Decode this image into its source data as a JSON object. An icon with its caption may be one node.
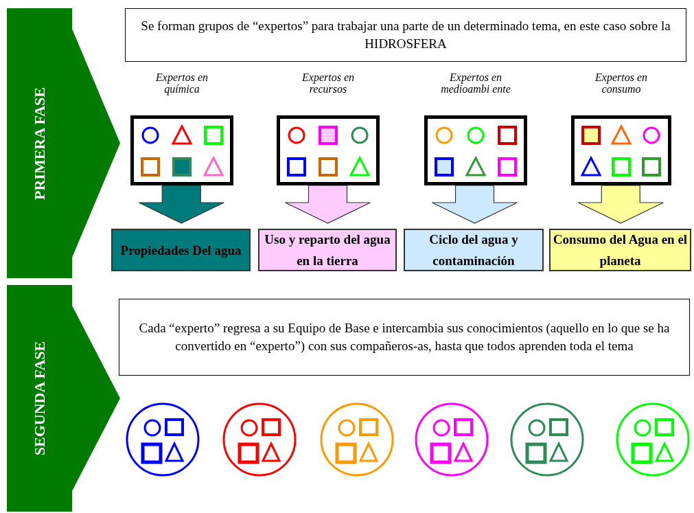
{
  "diagram": {
    "nodes": [
      {
        "text": [
          "PRIMERA FASE"
        ]
      },
      {
        "text": [
          "Se forman grupos de “expertos” para trabajar  una parte de un determinado tema, en este caso sobre la HIDROSFERA"
        ]
      },
      {
        "text": [
          "Expertos en química"
        ]
      },
      {
        "text": [
          "Expertos en recursos"
        ]
      },
      {
        "text": [
          "Expertos en medioambi ente"
        ]
      },
      {
        "text": [
          "Expertos en consumo"
        ]
      },
      {
        "text": [
          "Propiedades Del agua"
        ]
      },
      {
        "text": [
          "Uso y reparto del agua en la tierra"
        ]
      },
      {
        "text": [
          "Ciclo del agua y contaminación"
        ]
      },
      {
        "text": [
          "Consumo del Agua en el planeta"
        ]
      },
      {
        "text": [
          "SEGUNDA FASE"
        ]
      },
      {
        "text": [
          "Cada “experto” regresa a su Equipo de Base e intercambia sus conocimientos (aquello en lo que se ha convertido en “experto”) con sus compañeros-as, hasta que todos aprenden toda el tema"
        ]
      },
      {
        "text": [],
        "shape": "circle"
      },
      {
        "text": [],
        "shape": "circle"
      },
      {
        "text": [],
        "shape": "circle"
      },
      {
        "text": [],
        "shape": "circle"
      },
      {
        "text": [],
        "shape": "circle"
      },
      {
        "text": [],
        "shape": "circle"
      }
    ],
    "edges": [
      {
        "from": 2,
        "to": 6,
        "arrow": "to",
        "style": "thick",
        "color": "#007b7b"
      },
      {
        "from": 3,
        "to": 7,
        "arrow": "to",
        "style": "thick",
        "color": "#ffccff"
      },
      {
        "from": 4,
        "to": 8,
        "arrow": "to",
        "style": "thick",
        "color": "#cce9ff"
      },
      {
        "from": 5,
        "to": 9,
        "arrow": "to",
        "style": "thick",
        "color": "#ffff99"
      }
    ]
  }
}
